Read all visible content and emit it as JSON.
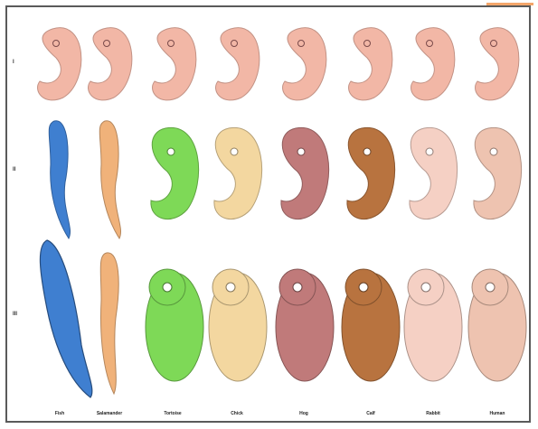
{
  "stages": [
    "I",
    "II",
    "III"
  ],
  "species": [
    "Fish",
    "Salamander",
    "Tortoise",
    "Chick",
    "Hog",
    "Calf",
    "Rabbit",
    "Human"
  ],
  "colors": {
    "frame": "#5a5a5a",
    "accent": "#f4a66a",
    "stage1_skin": "#f2b7a6",
    "fish": "#3f7fd0",
    "salamander": "#f0b27a",
    "tortoise": "#7ed957",
    "chick": "#f3d7a0",
    "hog": "#c07a7a",
    "calf": "#b8733f",
    "rabbit": "#f5d0c4",
    "human": "#eec3b0"
  }
}
